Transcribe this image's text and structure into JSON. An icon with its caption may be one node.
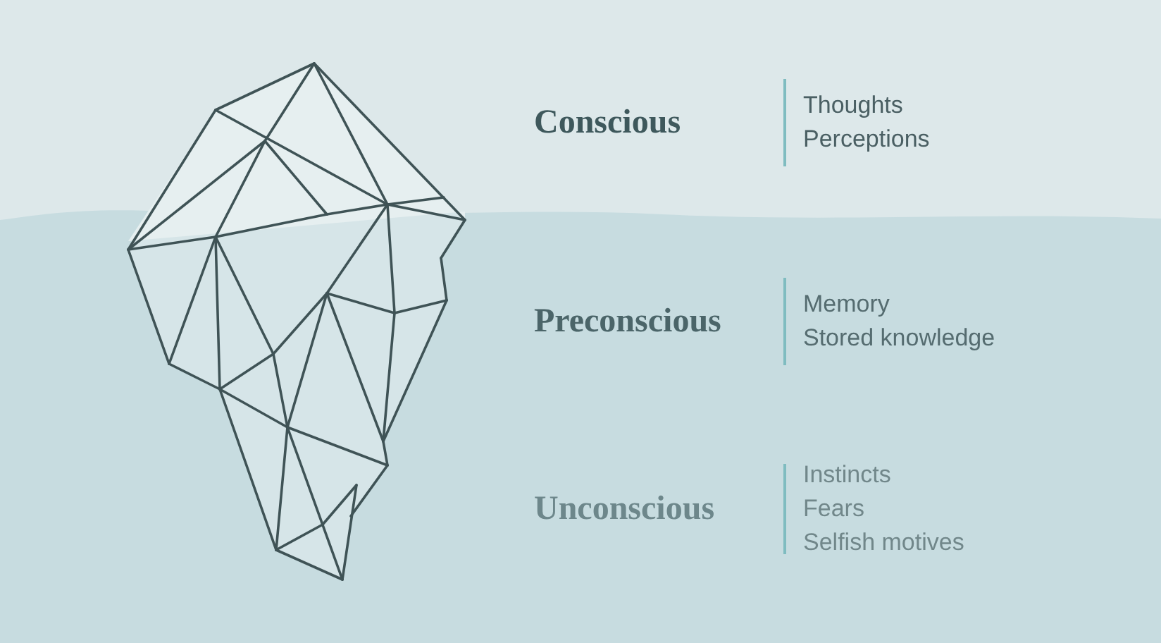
{
  "diagram": {
    "labels": [
      "Conscious",
      "Thoughts",
      "Perceptions",
      "Preconscious",
      "Memory",
      "Stored knowledge",
      "Unconscious",
      "Instincts",
      "Fears",
      "Selfish motives"
    ]
  }
}
